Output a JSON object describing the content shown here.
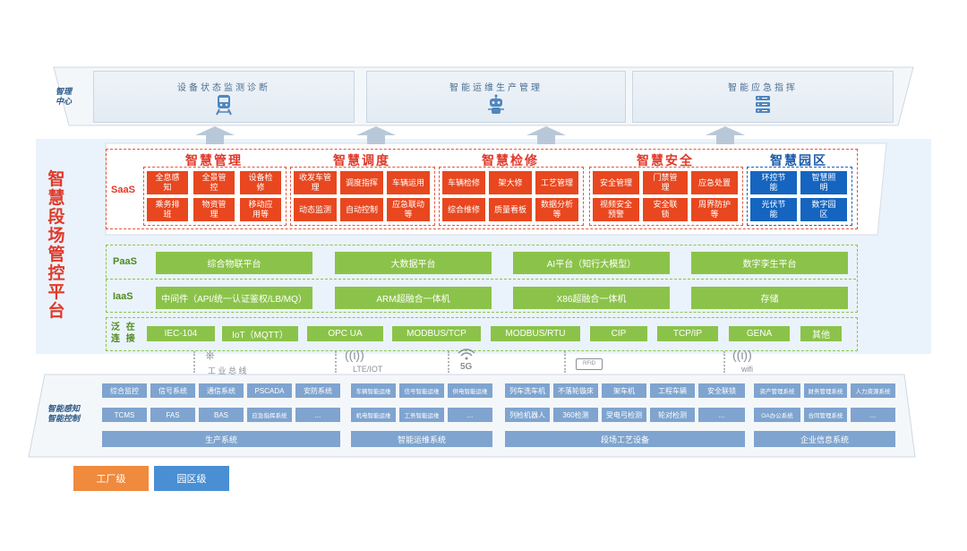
{
  "management": {
    "label": "智理中心",
    "label_line1": "智理",
    "label_line2": "中心",
    "panels": [
      {
        "title": "设备状态监测诊断",
        "icon": "train-icon"
      },
      {
        "title": "智能运维生产管理",
        "icon": "robot-icon"
      },
      {
        "title": "智能应急指挥",
        "icon": "server-icon"
      }
    ]
  },
  "platform_title": "智慧段场管控平台",
  "platform_chars": [
    "智",
    "慧",
    "段",
    "场",
    "管",
    "控",
    "平",
    "台"
  ],
  "saas": {
    "label": "SaaS",
    "groups": [
      {
        "title": "智慧管理",
        "color": "orange",
        "items": [
          "全息感知",
          "全景管控",
          "设备检修",
          "乘务排班",
          "物资管理",
          "移动应用等"
        ]
      },
      {
        "title": "智慧调度",
        "color": "orange",
        "items": [
          "收发车管理",
          "调度指挥",
          "车辆运用",
          "动态监测",
          "自动控制",
          "应急联动等"
        ]
      },
      {
        "title": "智慧检修",
        "color": "orange",
        "items": [
          "车辆检修",
          "架大修",
          "工艺管理",
          "综合维修",
          "质量看板",
          "数据分析等"
        ]
      },
      {
        "title": "智慧安全",
        "color": "orange",
        "items": [
          "安全管理",
          "门禁管理",
          "应急处置",
          "视频安全预警",
          "安全联锁",
          "周界防护等"
        ]
      },
      {
        "title": "智慧园区",
        "color": "blue",
        "items": [
          "环控节能",
          "智慧照明",
          "光伏节能",
          "数字园区"
        ]
      }
    ]
  },
  "paas": {
    "label": "PaaS",
    "items": [
      "综合物联平台",
      "大数据平台",
      "AI平台（知行大模型）",
      "数字孪生平台"
    ]
  },
  "iaas": {
    "label": "IaaS",
    "items": [
      "中间件（API/统一认证鉴权/LB/MQ）",
      "ARM超融合一体机",
      "X86超融合一体机",
      "存储"
    ]
  },
  "protocols": {
    "label": "泛在连接",
    "label_line1": "泛 在",
    "label_line2": "连 接",
    "items": [
      "IEC-104",
      "IoT（MQTT）",
      "OPC UA",
      "MODBUS/TCP",
      "MODBUS/RTU",
      "CIP",
      "TCP/IP",
      "GENA",
      "其他"
    ]
  },
  "connections": [
    {
      "label": "工 业 总 线",
      "icon": "bus-icon"
    },
    {
      "label": "LTE/IOT",
      "icon": "antenna-icon"
    },
    {
      "label": "5G",
      "icon": "5g-icon"
    },
    {
      "label": "RFID",
      "icon": "rfid-icon"
    },
    {
      "label": "wifi",
      "icon": "wifi-icon"
    }
  ],
  "bottom": {
    "label_line1": "智能感知",
    "label_line2": "智能控制",
    "groups": [
      {
        "name": "生产系统",
        "row1": [
          "综合监控",
          "信号系统",
          "通信系统",
          "PSCADA",
          "安防系统"
        ],
        "row2": [
          "TCMS",
          "FAS",
          "BAS",
          "应急指挥系统",
          "..."
        ]
      },
      {
        "name": "智能运维系统",
        "row1": [
          "车辆智能运维",
          "信号智能运维",
          "供电智能运维"
        ],
        "row2": [
          "机电智能运维",
          "工务智能运维",
          "..."
        ]
      },
      {
        "name": "段场工艺设备",
        "row1": [
          "列车洗车机",
          "不落轮镟床",
          "架车机",
          "工程车辆",
          "安全联锁"
        ],
        "row2": [
          "列检机器人",
          "360检测",
          "受电弓检测",
          "轮对检测",
          "..."
        ]
      },
      {
        "name": "企业信息系统",
        "row1": [
          "资产管理系统",
          "财务管理系统",
          "人力资源系统"
        ],
        "row2": [
          "OA办公系统",
          "合同管理系统",
          "..."
        ]
      }
    ]
  },
  "legend": [
    {
      "label": "工厂级",
      "color": "#f08a3c"
    },
    {
      "label": "园区级",
      "color": "#4a8fd3"
    }
  ],
  "colors": {
    "accent_orange": "#e8471f",
    "accent_blue": "#1565c0",
    "accent_green": "#8bc34a",
    "system_blue": "#7fa4cf"
  }
}
